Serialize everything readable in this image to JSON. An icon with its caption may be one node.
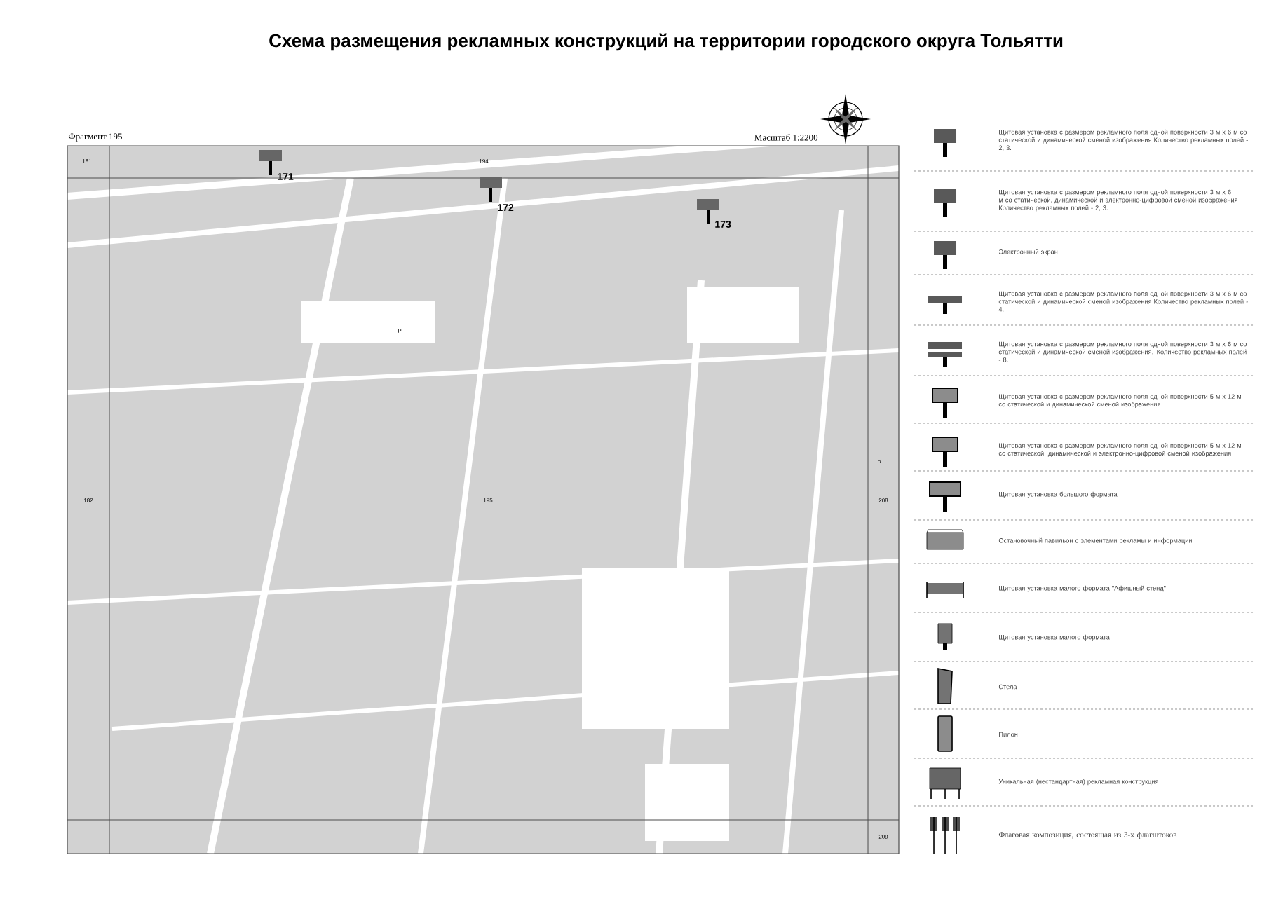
{
  "diagram": {
    "title": "Схема размещения рекламных конструкций на территории городского округа Тольятти",
    "labels": [
      "Фрагмент 195",
      "Масштаб 1:2200",
      "181",
      "171",
      "194",
      "172",
      "173",
      "Р",
      "Р",
      "182",
      "195",
      "208",
      "209"
    ],
    "legend": [
      {
        "text": "Щитовая установка с размером рекламного поля одной поверхности 3 м х 6 м со статической и динамической сменой изображения Количество рекламных полей - 2, 3."
      },
      {
        "text": "Щитовая установка с размером рекламного поля одной поверхности 3 м х 6 м со статической, динамической и электронно-цифровой сменой изображения Количество рекламных полей - 2, 3."
      },
      {
        "text": "Электронный экран"
      },
      {
        "text": "Щитовая установка с размером рекламного поля одной поверхности 3 м х 6 м со статической и динамической сменой изображения Количество рекламных полей - 4."
      },
      {
        "text": "Щитовая установка с размером рекламного поля одной поверхности 3 м х 6 м со статической и динамической сменой изображения. Количество рекламных полей - 8."
      },
      {
        "text": "Щитовая установка с размером рекламного поля одной поверхности 5 м х 12 м со статической и динамической сменой изображения."
      },
      {
        "text": "Щитовая установка с размером рекламного поля одной поверхности 5 м х 12 м со статической, динамической и электронно-цифровой сменой изображения"
      },
      {
        "text": "Щитовая установка большого формата"
      },
      {
        "text": "Остановочный павильон с элементами рекламы и информации"
      },
      {
        "text": "Щитовая установка малого формата \"Афишный стенд\""
      },
      {
        "text": "Щитовая установка малого формата"
      },
      {
        "text": "Стела"
      },
      {
        "text": "Пилон"
      },
      {
        "text": "Уникальная (нестандартная) рекламная конструкция"
      },
      {
        "text": "Флаговая композиция, состоящая из 3-х флагштоков"
      }
    ]
  }
}
